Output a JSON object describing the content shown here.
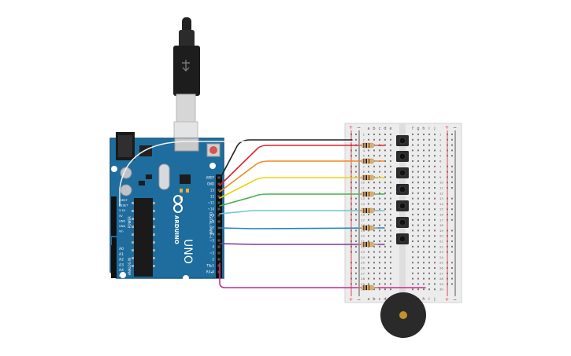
{
  "arduino": {
    "brand": "ARDUINO",
    "model": "UNO",
    "header_top": [
      "AREF",
      "GND",
      "13",
      "12",
      "~11",
      "~10",
      "~9",
      "8",
      "7",
      "~6",
      "~5",
      "4",
      "~3",
      "2",
      "TX▸1",
      "RX◂0"
    ],
    "digital_label": "DIGITAL (PWM~)",
    "power_pins": [
      "IOREF",
      "RESET",
      "3.3V",
      "5V",
      "GND",
      "GND",
      "Vin"
    ],
    "power_label": "POWER",
    "analog_pins": [
      "A0",
      "A1",
      "A2",
      "A3",
      "A4",
      "A5"
    ],
    "analog_label": "ANALOG IN"
  },
  "breadboard": {
    "columns_left": [
      "a",
      "b",
      "c",
      "d",
      "e"
    ],
    "columns_right": [
      "f",
      "g",
      "h",
      "i",
      "j"
    ],
    "rail_plus": "+",
    "rail_minus": "−",
    "row_count": 30
  },
  "colors": {
    "board_blue": "#1f6d9e",
    "board_edge": "#175a84",
    "breadboard": "#ececec",
    "wire_black": "#222222",
    "wire_red": "#e0202a",
    "wire_orange": "#f08a1c",
    "wire_yellow": "#f1d20f",
    "wire_green": "#47b04b",
    "wire_cyan": "#6cc6d6",
    "wire_blue": "#1c84c6",
    "wire_purple": "#7a3b93",
    "wire_magenta": "#cc2c8a",
    "buzzer": "#2a2a2a",
    "buzzer_center": "#c4912a"
  },
  "icons": [
    "usb-cable-icon",
    "reset-button-icon",
    "buzzer-icon",
    "pushbutton-icon",
    "resistor-icon"
  ]
}
